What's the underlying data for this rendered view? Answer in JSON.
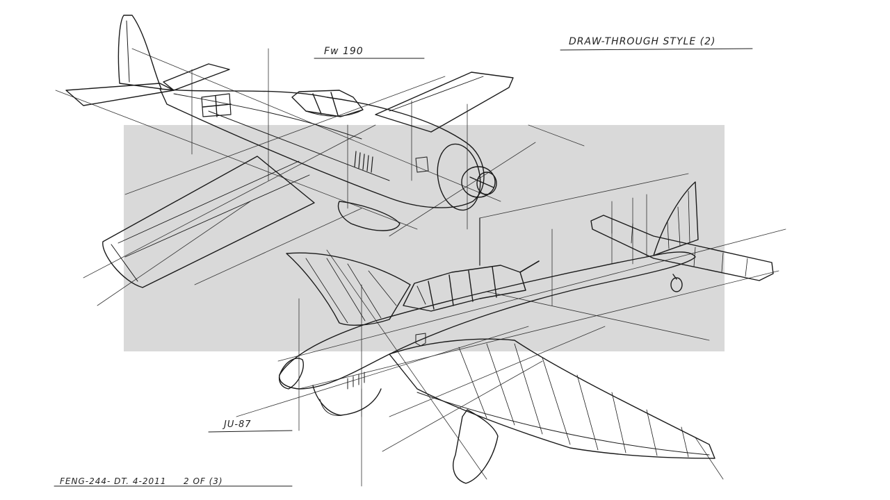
{
  "labels": {
    "fw190": "Fw 190",
    "style": "DRAW-THROUGH STYLE (2)",
    "ju87": "JU-87",
    "footer": "FENG-244- DT. 4-2011",
    "sheet": "2 OF (3)"
  },
  "colors": {
    "ink": "#1a1a1a",
    "backdrop": "#d9d9d9",
    "paper": "#ffffff"
  }
}
